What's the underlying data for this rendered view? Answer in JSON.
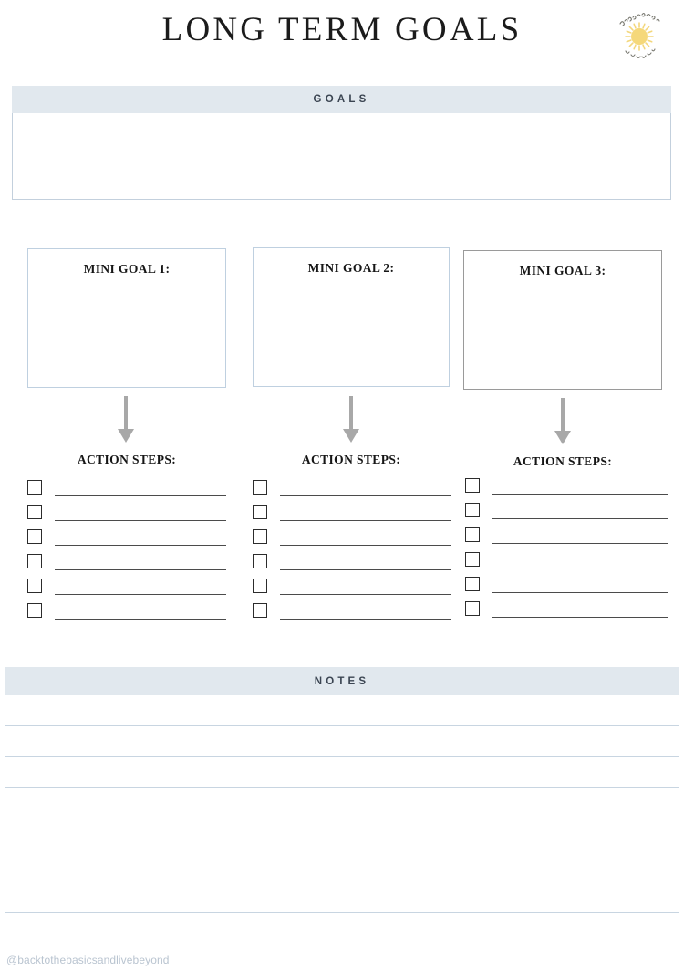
{
  "page": {
    "title": "LONG TERM GOALS",
    "background_color": "#ffffff"
  },
  "brand": {
    "logo_name": "sun-logo",
    "script_top": "Back To Basics",
    "script_bottom": "& Live Beyond",
    "sun_color": "#f5d87a",
    "script_color": "#7b7b72"
  },
  "theme": {
    "bar_bg": "#e1e8ee",
    "bar_text": "#3b4552",
    "box_border_blue": "#bfd0e0",
    "box_border_grey": "#9a9a9a",
    "rule_line": "#c8d5e1",
    "arrow_color": "#a8a8a8",
    "footer_text": "#b9c4d0"
  },
  "goals_section": {
    "header": "GOALS",
    "value": "",
    "placeholder": ""
  },
  "mini_goals": [
    {
      "title": "MINI GOAL 1:",
      "value": "",
      "border_color": "#bfd0e0",
      "arrow_name": "down-arrow-icon",
      "action_title": "ACTION STEPS:",
      "steps": [
        {
          "checked": false,
          "text": ""
        },
        {
          "checked": false,
          "text": ""
        },
        {
          "checked": false,
          "text": ""
        },
        {
          "checked": false,
          "text": ""
        },
        {
          "checked": false,
          "text": ""
        },
        {
          "checked": false,
          "text": ""
        }
      ]
    },
    {
      "title": "MINI GOAL 2:",
      "value": "",
      "border_color": "#bfd0e0",
      "arrow_name": "down-arrow-icon",
      "action_title": "ACTION STEPS:",
      "steps": [
        {
          "checked": false,
          "text": ""
        },
        {
          "checked": false,
          "text": ""
        },
        {
          "checked": false,
          "text": ""
        },
        {
          "checked": false,
          "text": ""
        },
        {
          "checked": false,
          "text": ""
        },
        {
          "checked": false,
          "text": ""
        }
      ]
    },
    {
      "title": "MINI GOAL 3:",
      "value": "",
      "border_color": "#9a9a9a",
      "arrow_name": "down-arrow-icon",
      "action_title": "ACTION STEPS:",
      "steps": [
        {
          "checked": false,
          "text": ""
        },
        {
          "checked": false,
          "text": ""
        },
        {
          "checked": false,
          "text": ""
        },
        {
          "checked": false,
          "text": ""
        },
        {
          "checked": false,
          "text": ""
        },
        {
          "checked": false,
          "text": ""
        }
      ]
    }
  ],
  "notes_section": {
    "header": "NOTES",
    "rows": [
      "",
      "",
      "",
      "",
      "",
      "",
      "",
      ""
    ]
  },
  "footer": {
    "handle": "@backtothebasicsandlivebeyond"
  }
}
